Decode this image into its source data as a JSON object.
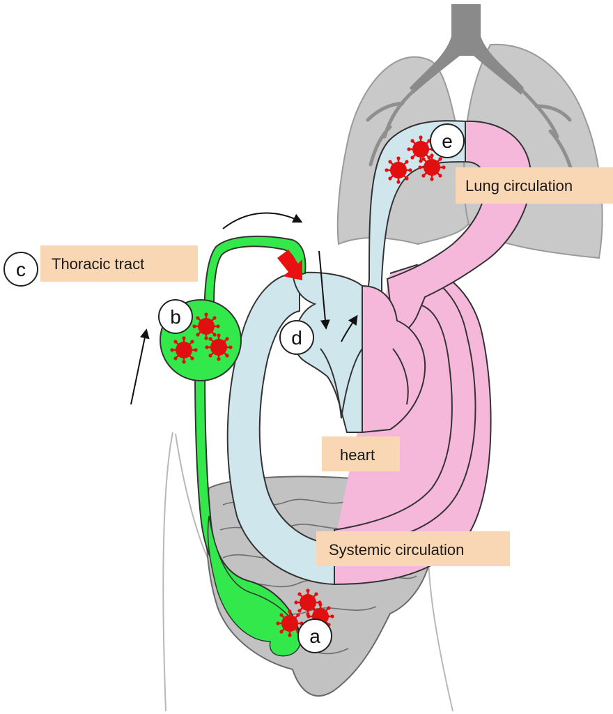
{
  "labels": {
    "thoracic_tract": "Thoracic tract",
    "lung_circulation": "Lung circulation",
    "heart": "heart",
    "systemic_circulation": "Systemic circulation"
  },
  "markers": {
    "a": "a",
    "b": "b",
    "c": "c",
    "d": "d",
    "e": "e"
  },
  "colors": {
    "lymph_green": "#33e84a",
    "deoxygenated_blue": "#cfe6ec",
    "oxygenated_pink": "#f6b8da",
    "virus_red": "#e01010",
    "label_box": "#fad7b4",
    "lung_gray": "#c8c8c8",
    "bronchi_gray": "#8a8a8a",
    "intestine_gray": "#a8a8a8",
    "arrow_red": "#e81010"
  }
}
